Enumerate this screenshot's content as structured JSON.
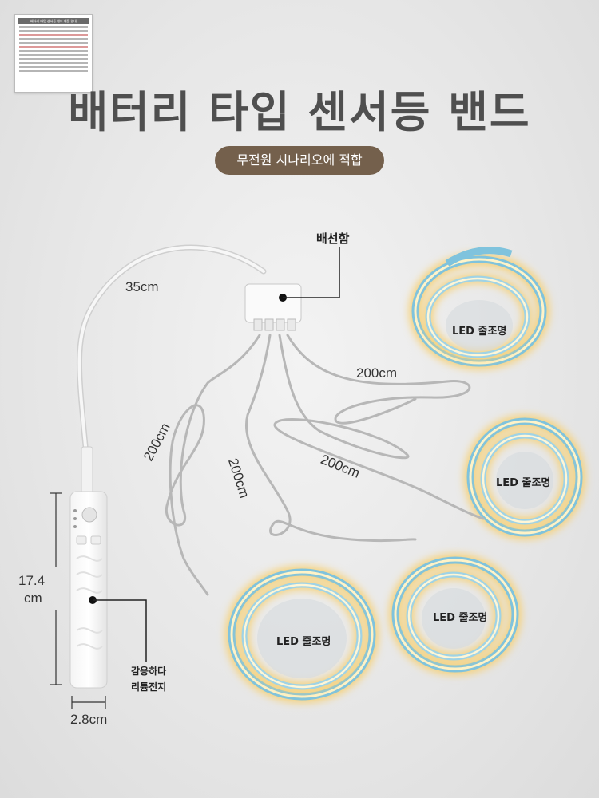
{
  "thumbnail": {
    "header": "배터리 타입 센서등 밴드 제품 안내"
  },
  "title": "배터리 타입 센서등 밴드",
  "badge": "무전원 시나리오에 적합",
  "labels": {
    "junction_box": "배선함",
    "cable_35": "35cm",
    "cable_200_right": "200cm",
    "cable_200_left": "200cm",
    "cable_200_mid": "200cm",
    "cable_200_center": "200cm",
    "led_1": "LED 줄조명",
    "led_2": "LED 줄조명",
    "led_3": "LED 줄조명",
    "led_4": "LED 줄조명",
    "height_value": "17.4",
    "height_unit": "cm",
    "width": "2.8cm",
    "sensor_line1": "감응하다",
    "sensor_line2": "리튬전지"
  },
  "colors": {
    "title": "#4f4f4f",
    "badge_bg": "#74604c",
    "led_glow": "#f6d27a",
    "strip_blue": "#7fc3dd"
  }
}
